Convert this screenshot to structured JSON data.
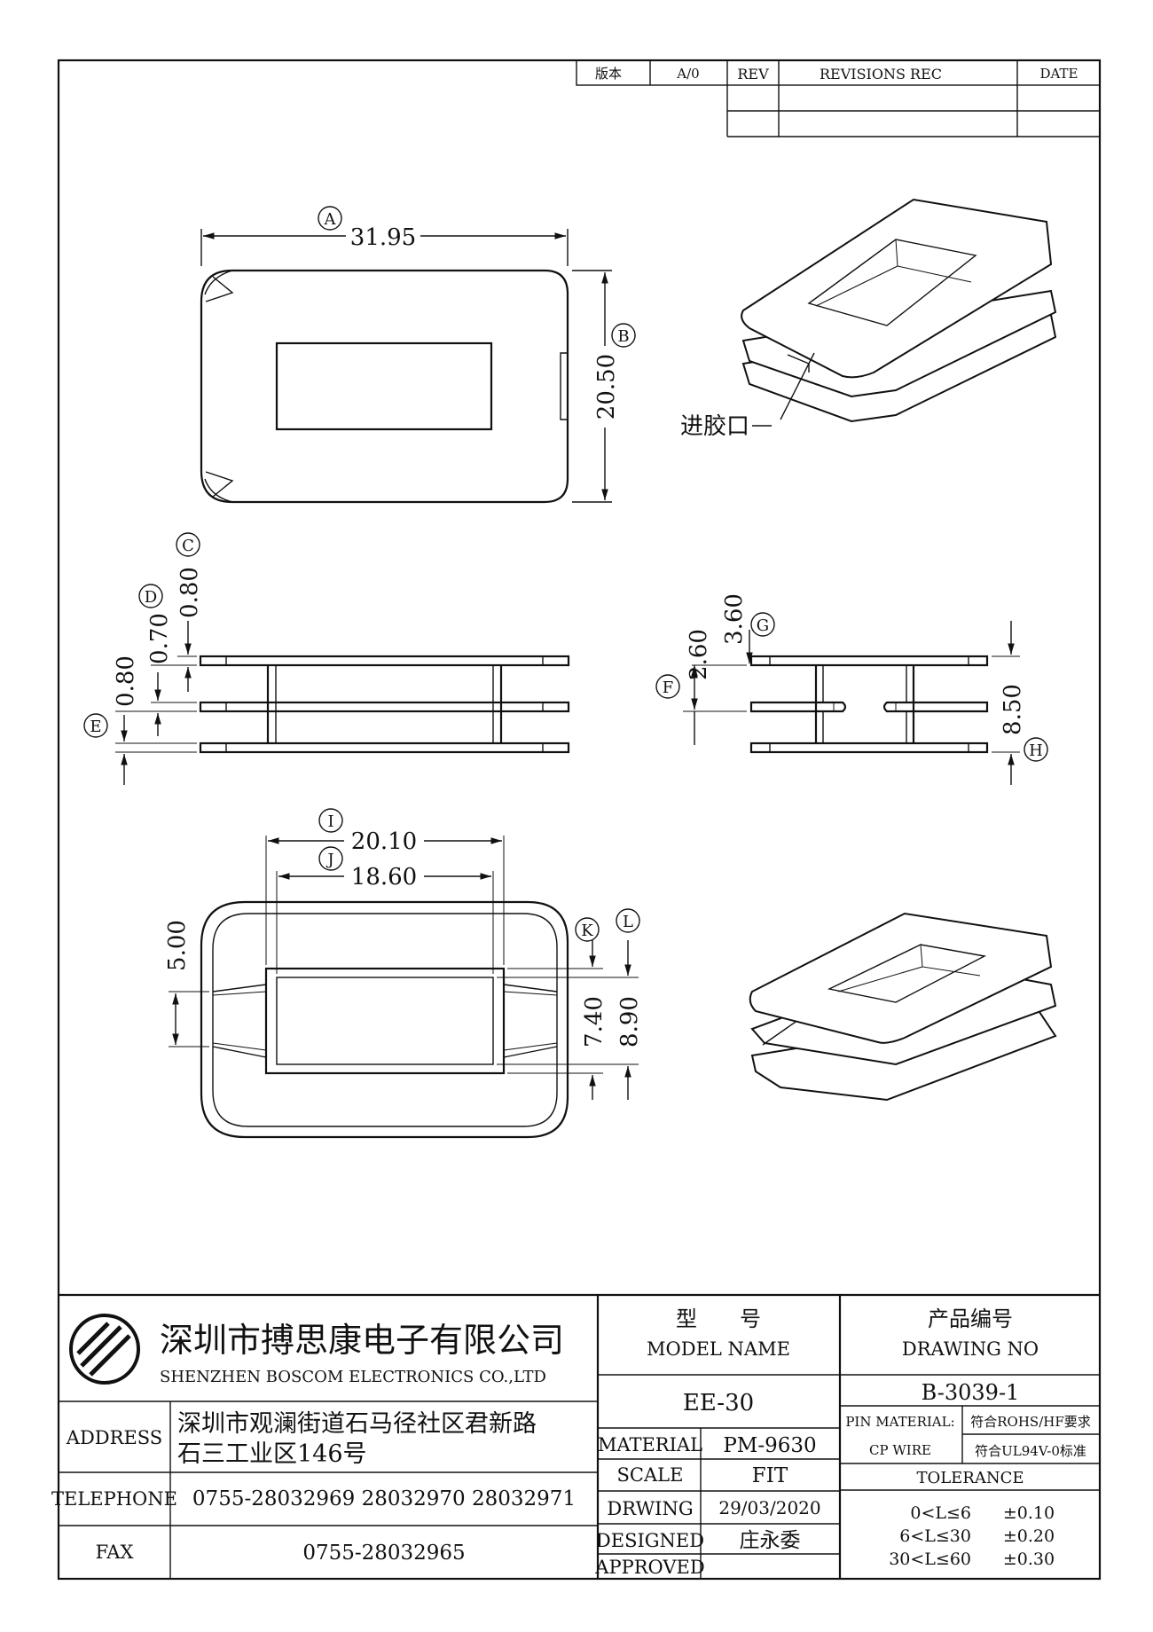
{
  "revision_table": {
    "version_label": "版本",
    "version_value": "A/0",
    "rev_label": "REV",
    "records_label": "REVISIONS REC",
    "date_label": "DATE"
  },
  "top_view": {
    "dim_a_value": "31.95",
    "dim_b_value": "20.50",
    "marker_a": "A",
    "marker_b": "B"
  },
  "iso_view_1": {
    "gate_label": "进胶口"
  },
  "front_view": {
    "dim_c_value": "0.80",
    "dim_d_value": "0.70",
    "dim_e_value": "0.80",
    "marker_c": "C",
    "marker_d": "D",
    "marker_e": "E"
  },
  "side_view": {
    "dim_f_value": "2.60",
    "dim_g_value": "3.60",
    "dim_h_value": "8.50",
    "marker_f": "F",
    "marker_g": "G",
    "marker_h": "H"
  },
  "bottom_view": {
    "dim_i_value": "20.10",
    "dim_j_value": "18.60",
    "dim_5_value": "5.00",
    "dim_k_value": "7.40",
    "dim_l_value": "8.90",
    "marker_i": "I",
    "marker_j": "J",
    "marker_k": "K",
    "marker_l": "L"
  },
  "title_block": {
    "company_cn": "深圳市搏思康电子有限公司",
    "company_en": "SHENZHEN BOSCOM ELECTRONICS CO.,LTD",
    "model_name_cn": "型　　号",
    "model_name_en": "MODEL NAME",
    "model_value": "EE-30",
    "drawing_no_cn": "产品编号",
    "drawing_no_en": "DRAWING NO",
    "drawing_no_value": "B-3039-1",
    "address_label": "ADDRESS",
    "address_line1": "深圳市观澜街道石马径社区君新路",
    "address_line2": "石三工业区146号",
    "telephone_label": "TELEPHONE",
    "telephone_value": "0755-28032969 28032970 28032971",
    "fax_label": "FAX",
    "fax_value": "0755-28032965",
    "material_label": "MATERIAL",
    "material_value": "PM-9630",
    "scale_label": "SCALE",
    "scale_value": "FIT",
    "drawing_label": "DRWING",
    "drawing_value": "29/03/2020",
    "designed_label": "DESIGNED",
    "designed_value": "庄永委",
    "approved_label": "APPROVED",
    "approved_value": "",
    "pin_material_label": "PIN MATERIAL:",
    "pin_material_note1": "符合ROHS/HF要求",
    "cp_wire_label": "CP WIRE",
    "cp_wire_note": "符合UL94V-0标准",
    "tolerance_label": "TOLERANCE",
    "tolerances": [
      {
        "range": "0<L≤6",
        "value": "±0.10"
      },
      {
        "range": "6<L≤30",
        "value": "±0.20"
      },
      {
        "range": "30<L≤60",
        "value": "±0.30"
      }
    ]
  }
}
